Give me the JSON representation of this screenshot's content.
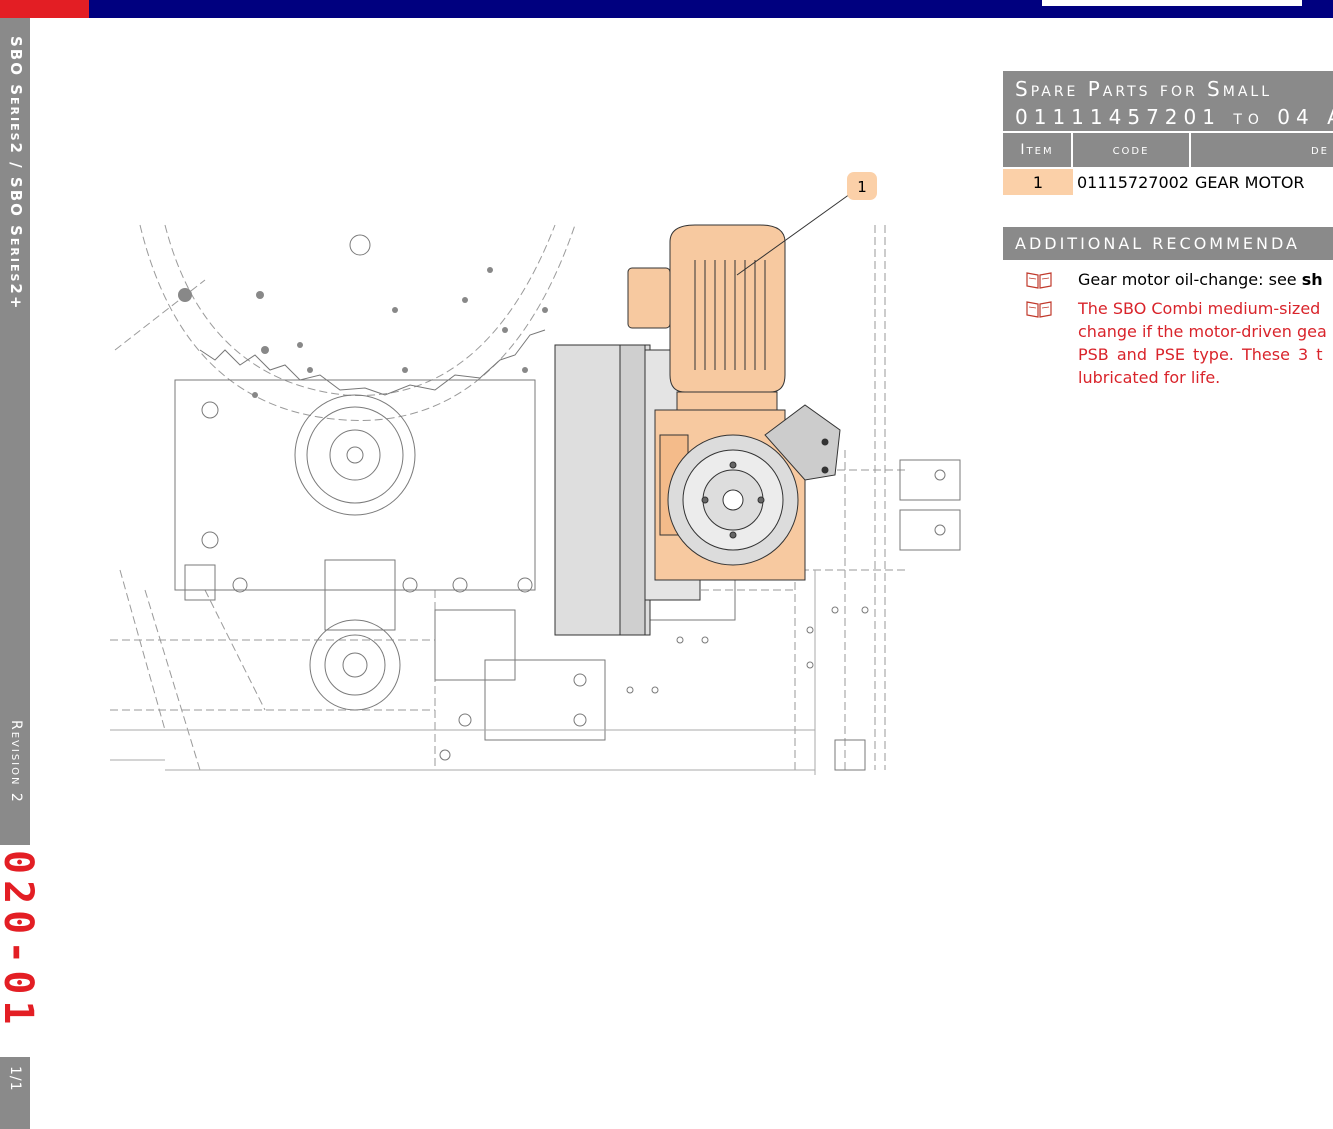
{
  "sidebar": {
    "series": "SBO Series2 / SBO Series2+",
    "revision": "Revision 2",
    "doc_code": "020-01",
    "page": "1/1"
  },
  "drawing": {
    "callout": "1"
  },
  "parts_table": {
    "title_line1": "Spare Parts for Small",
    "title_line2": "01111457201 to 04 A",
    "headers": {
      "item": "Item",
      "code": "code",
      "desc": "de"
    },
    "rows": [
      {
        "item": "1",
        "code": "01115727002",
        "desc": "GEAR MOTOR"
      }
    ]
  },
  "recommendations": {
    "title": "ADDITIONAL RECOMMENDA",
    "items": [
      {
        "text": "Gear motor oil-change: see ",
        "bold": "sh"
      },
      {
        "lines": [
          "The SBO Combi medium-sized",
          "change if the motor-driven gea",
          "PSB  and  PSE  type.  These  3  t",
          "lubricated for life."
        ]
      }
    ]
  },
  "colors": {
    "accent_red": "#e31e24",
    "navy": "#00007f",
    "grey": "#8a8a8a",
    "highlight": "#fbd0a8",
    "motor": "#f7c9a0"
  }
}
